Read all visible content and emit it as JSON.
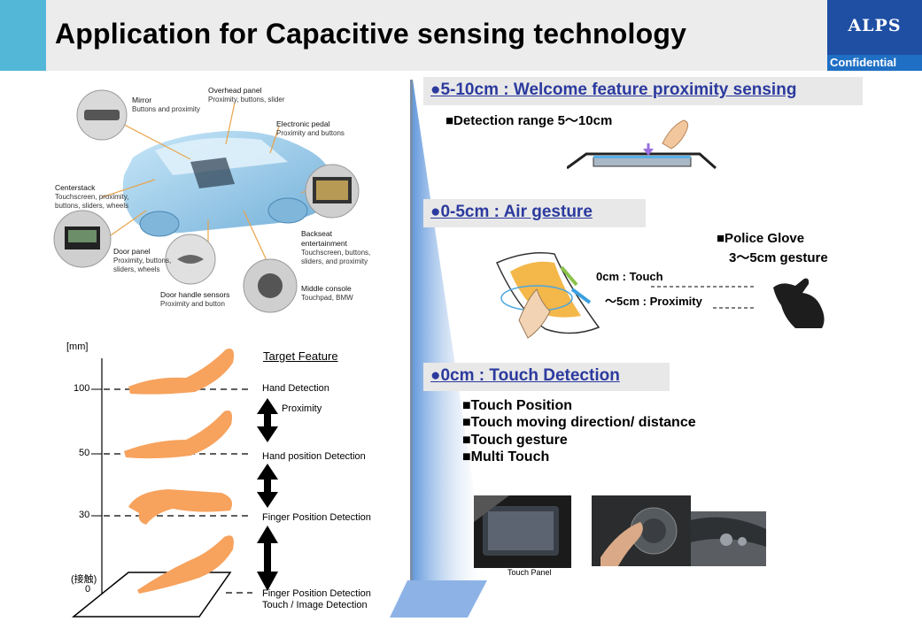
{
  "header": {
    "title": "Application for Capacitive sensing technology",
    "logo": "ALPS",
    "confidential": "Confidential"
  },
  "car": {
    "mirror": {
      "name": "Mirror",
      "desc": "Buttons and proximity"
    },
    "overhead": {
      "name": "Overhead panel",
      "desc": "Proximity, buttons, slider"
    },
    "pedal": {
      "name": "Electronic pedal",
      "desc": "Proximity and buttons"
    },
    "centerstack": {
      "name": "Centerstack",
      "desc1": "Touchscreen, proximity,",
      "desc2": "buttons, sliders, wheels"
    },
    "backseat": {
      "name1": "Backseat",
      "name2": "entertainment",
      "desc1": "Touchscreen, buttons,",
      "desc2": "sliders, and proximity"
    },
    "door": {
      "name": "Door panel",
      "desc1": "Proximity, buttons,",
      "desc2": "sliders, wheels"
    },
    "handle": {
      "name": "Door handle sensors",
      "desc": "Proximity and button"
    },
    "console": {
      "name": "Middle console",
      "desc": "Touchpad, BMW"
    }
  },
  "levels": {
    "unit": "[mm]",
    "target_title": "Target Feature",
    "ticks": [
      "100",
      "50",
      "30",
      "(接触)",
      "0"
    ],
    "features": [
      "Hand Detection",
      "Proximity",
      "Hand position Detection",
      "Finger Position Detection",
      "Finger Position Detection",
      "Touch / Image Detection"
    ]
  },
  "sections": {
    "s1": {
      "heading": "●5-10cm  :  Welcome feature proximity sensing",
      "detail": "■Detection range   5～10cm"
    },
    "s2": {
      "heading": "●0-5cm    :  Air gesture",
      "glove1": "■Police Glove",
      "glove2": "3～5cm gesture",
      "touch": "0cm : Touch",
      "prox": "～5cm : Proximity"
    },
    "s3": {
      "heading": "●0cm    :  Touch Detection",
      "items": [
        "■Touch Position",
        "■Touch moving direction/ distance",
        "■Touch gesture",
        "■Multi Touch"
      ],
      "caption": "Touch Panel"
    }
  },
  "colors": {
    "accent": "#53b7d8",
    "brand": "#1f4fa3",
    "heading": "#2b3a9e",
    "hand": "#f7a25d"
  }
}
